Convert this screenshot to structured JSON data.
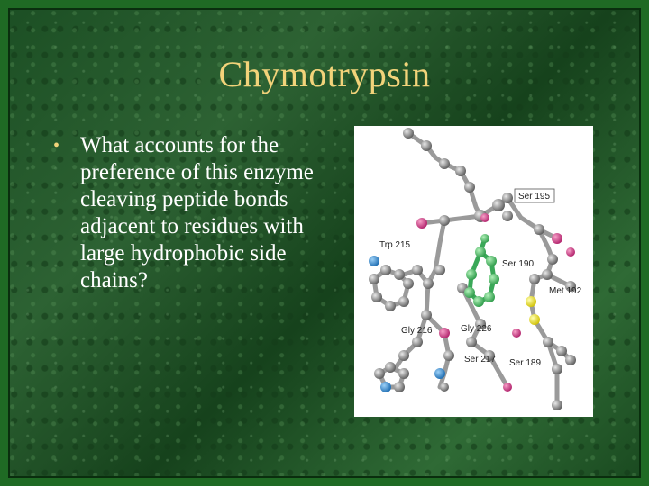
{
  "slide": {
    "title": "Chymotrypsin",
    "bullet_text": "What accounts for the preference of this enzyme cleaving peptide bonds adjacent to residues with large hydrophobic side chains?"
  },
  "figure": {
    "labels": {
      "ser195": "Ser 195",
      "trp215": "Trp 215",
      "ser190": "Ser 190",
      "met192": "Met 192",
      "gly216": "Gly 216",
      "gly226": "Gly 226",
      "ser217": "Ser 217",
      "ser189": "Ser 189"
    },
    "colors": {
      "carbon": "#7a7a7a",
      "oxygen": "#d63a87",
      "nitrogen": "#2a8ad6",
      "sulfur": "#f0e020",
      "substrate": "#4fc06a"
    }
  }
}
